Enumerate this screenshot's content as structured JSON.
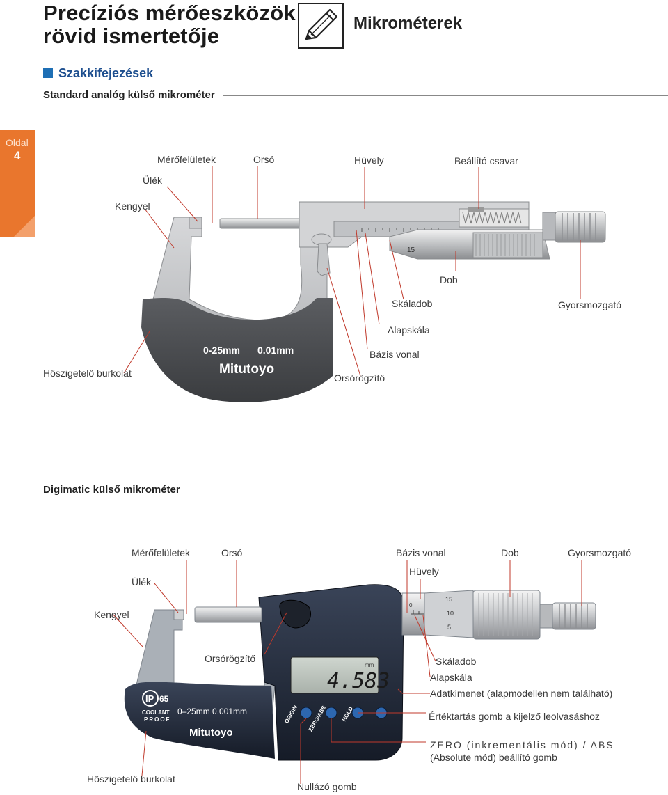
{
  "header": {
    "title_line1": "Precíziós mérőeszközök",
    "title_line2": "rövid ismertetője",
    "section": "Mikrométerek",
    "icon": "pencil-icon"
  },
  "subheading": "Szakkifejezések",
  "page_tab": {
    "label": "Oldal",
    "number": "4"
  },
  "analog": {
    "heading": "Standard analóg külső mikrométer",
    "labels": {
      "merofeluletek": "Mérőfelületek",
      "orso": "Orsó",
      "huvely": "Hüvely",
      "beallito": "Beállító csavar",
      "ulek": "Ülék",
      "kengyel": "Kengyel",
      "dob": "Dob",
      "skaladob": "Skáladob",
      "gyorsmozgato": "Gyorsmozgató",
      "alapskala": "Alapskála",
      "bazis": "Bázis vonal",
      "hoszigetelo": "Hőszigetelő burkolat",
      "orsorogzito": "Orsórögzítő"
    },
    "frame_text": {
      "range": "0-25mm",
      "resolution": "0.01mm",
      "brand": "Mitutoyo"
    },
    "thimble_number": "15"
  },
  "digital": {
    "heading": "Digimatic külső mikrométer",
    "labels": {
      "merofeluletek": "Mérőfelületek",
      "orso": "Orsó",
      "bazis": "Bázis vonal",
      "dob": "Dob",
      "gyorsmozgato": "Gyorsmozgató",
      "huvely": "Hüvely",
      "ulek": "Ülék",
      "kengyel": "Kengyel",
      "orsorogzito": "Orsórögzítő",
      "skaladob": "Skáladob",
      "alapskala": "Alapskála",
      "adatkimenet": "Adatkimenet (alapmodellen nem található)",
      "ertektartas": "Értéktartás gomb a kijelző leolvasáshoz",
      "zero_line1": "ZERO (inkrementális mód) / ABS",
      "zero_line2": "(Absolute mód) beállító gomb",
      "hoszigetelo": "Hőszigetelő burkolat",
      "nullazo": "Nullázó gomb"
    },
    "display_value": "4.583",
    "display_unit": "mm",
    "buttons": [
      "ORIGIN",
      "ZERO/ABS",
      "HOLD"
    ],
    "frame_text": {
      "ip": "IP",
      "ip_num": "65",
      "coolant": "COOLANT",
      "proof": "PROOF",
      "spec": "0–25mm 0.001mm",
      "brand": "Mitutoyo"
    },
    "thimble_numbers": [
      "15",
      "10",
      "5",
      "0"
    ]
  }
}
